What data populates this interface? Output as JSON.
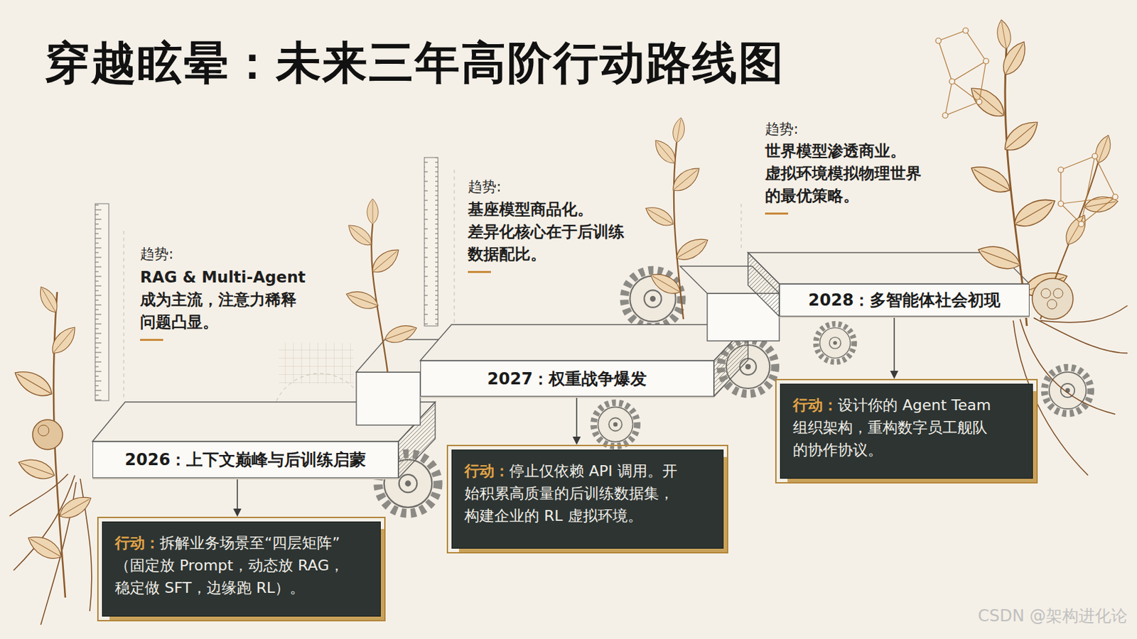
{
  "diagram": {
    "title": "穿越眩晕：未来三年高阶行动路线图",
    "nodes": [
      {
        "text": [
          "2026：上下文巅峰与后训练启蒙"
        ]
      },
      {
        "text": [
          "行动：",
          "拆解业务场景至“四层矩阵” （固定放 Prompt，动态放 RAG， 稳定做 SFT，边缘跑 RL）。"
        ]
      },
      {
        "text": [
          "2027：权重战争爆发"
        ]
      },
      {
        "text": [
          "行动：",
          "停止仅依赖 API 调用。开 始积累高质量的后训练数据集， 构建企业的 RL 虚拟环境。"
        ]
      },
      {
        "text": [
          "2028：多智能体社会初现"
        ]
      },
      {
        "text": [
          "行动：",
          "设计你的 Agent Team 组织架构，重构数字员工舰队 的协作协议。"
        ]
      }
    ],
    "edges": [
      {
        "from": 0,
        "to": 1,
        "arrow": "to"
      },
      {
        "from": 2,
        "to": 3,
        "arrow": "to"
      },
      {
        "from": 4,
        "to": 5,
        "arrow": "to"
      }
    ],
    "labels": [
      "趋势:",
      "RAG & Multi-Agent 成为主流，注意力稀释 问题凸显。",
      "趋势:",
      "基座模型商品化。 差异化核心在于后训练 数据配比。",
      "趋势:",
      "世界模型渗透商业。 虚拟环境模拟物理世界 的最优策略。",
      "CSDN @架构进化论"
    ]
  }
}
